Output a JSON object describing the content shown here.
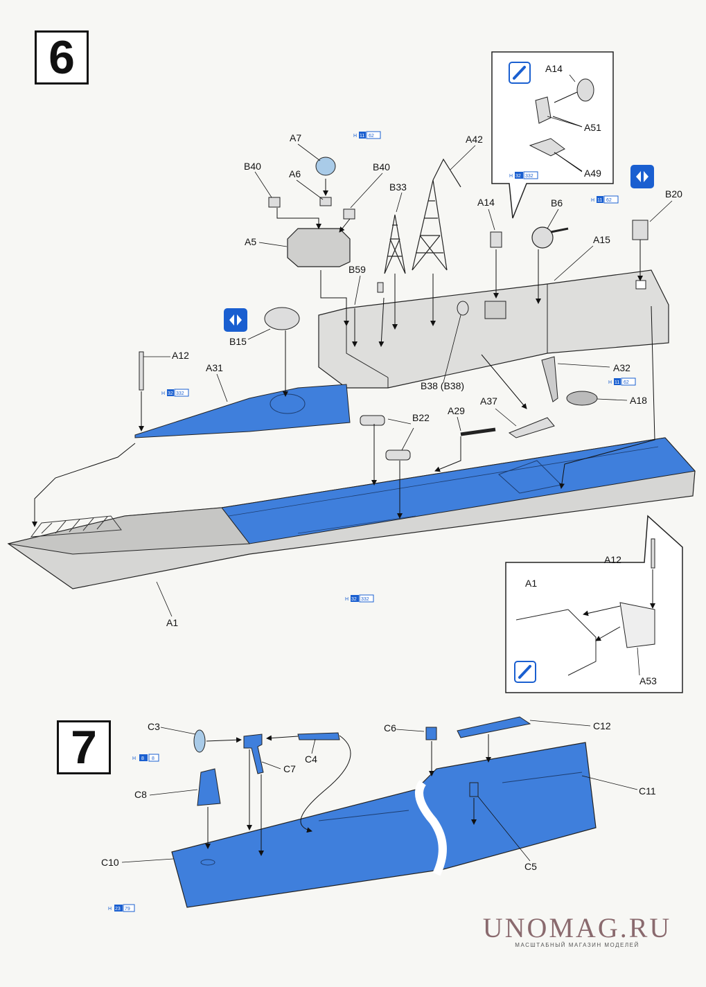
{
  "steps": {
    "six": "6",
    "seven": "7"
  },
  "labels": {
    "A7": "A7",
    "A6": "A6",
    "B40a": "B40",
    "B40b": "B40",
    "A5": "A5",
    "B33": "B33",
    "A42": "A42",
    "A14a": "A14",
    "B6": "B6",
    "A15": "A15",
    "B20": "B20",
    "B59": "B59",
    "B15": "B15",
    "A12a": "A12",
    "A31": "A31",
    "B38": "B38 (B38)",
    "A32": "A32",
    "A18": "A18",
    "A37": "A37",
    "A29": "A29",
    "B22": "B22",
    "A1a": "A1",
    "A14b": "A14",
    "A51": "A51",
    "A49": "A49",
    "A12b": "A12",
    "A1b": "A1",
    "A53": "A53",
    "C3": "C3",
    "C6": "C6",
    "C12": "C12",
    "C4": "C4",
    "C7": "C7",
    "C8": "C8",
    "C11": "C11",
    "C10": "C10",
    "C5": "C5"
  },
  "color_codes": {
    "a7": {
      "h": "H",
      "num": "11",
      "ref": "62"
    },
    "b20": {
      "h": "H",
      "num": "11",
      "ref": "62"
    },
    "a31": {
      "h": "H",
      "num": "32",
      "ref": "332"
    },
    "a18": {
      "h": "H",
      "num": "11",
      "ref": "62"
    },
    "a1": {
      "h": "H",
      "num": "32",
      "ref": "332"
    },
    "a49": {
      "h": "H",
      "num": "32",
      "ref": "332"
    },
    "c3": {
      "h": "H",
      "num": "8",
      "ref": "8"
    },
    "c10": {
      "h": "H",
      "num": "23",
      "ref": "79"
    }
  },
  "icons": [
    "paint-brush-icon",
    "rotate-both-sides-icon"
  ],
  "colors": {
    "blue": "#3f7fdc",
    "gray": "#cfcfcf",
    "ink": "#111111",
    "accent": "#1a5fd0"
  },
  "watermark": {
    "main": "UNOMAG.RU",
    "sub": "МАСШТАБНЫЙ МАГАЗИН МОДЕЛЕЙ"
  }
}
